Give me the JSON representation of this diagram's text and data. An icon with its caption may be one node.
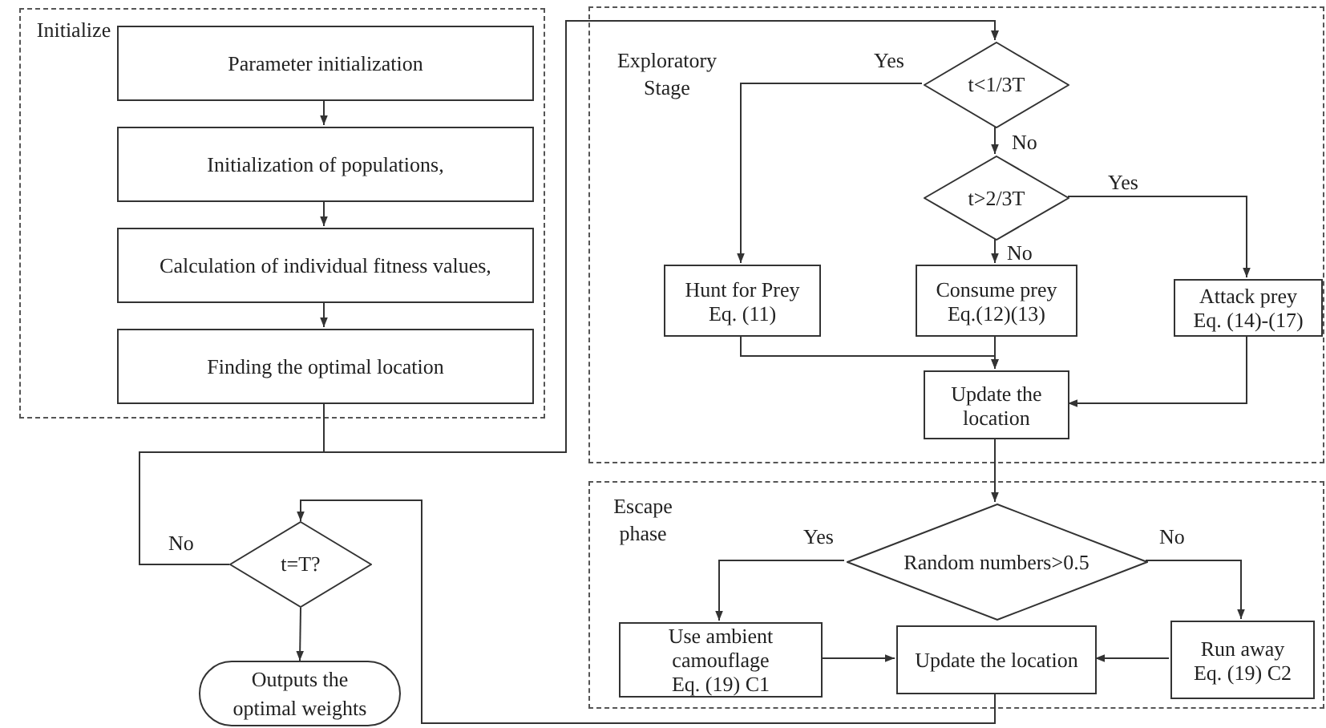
{
  "diagram": {
    "nodes": [
      {
        "text": [
          "Initialize"
        ]
      },
      {
        "text": [
          "Parameter initialization"
        ],
        "in": 0
      },
      {
        "text": [
          "Initialization of populations,"
        ],
        "in": 0
      },
      {
        "text": [
          "Calculation of individual fitness values,"
        ],
        "in": 0
      },
      {
        "text": [
          "Finding the optimal location"
        ],
        "in": 0
      },
      {
        "text": [
          "Exploratory Stage"
        ]
      },
      {
        "text": [
          "t<1/3T"
        ],
        "in": 5
      },
      {
        "text": [
          "t>2/3T"
        ],
        "in": 5
      },
      {
        "text": [
          "Hunt for Prey",
          "Eq. (11)"
        ],
        "in": 5
      },
      {
        "text": [
          "Consume prey",
          "Eq.(12)(13)"
        ],
        "in": 5
      },
      {
        "text": [
          "Attack prey",
          "Eq. (14)-(17)"
        ],
        "in": 5
      },
      {
        "text": [
          "Update the location"
        ],
        "in": 5
      },
      {
        "text": [
          "Escape phase"
        ]
      },
      {
        "text": [
          "Random numbers>0.5"
        ],
        "in": 12
      },
      {
        "text": [
          "Use ambient camouflage",
          "Eq. (19) C1"
        ],
        "in": 12
      },
      {
        "text": [
          "Update the location"
        ],
        "in": 12
      },
      {
        "text": [
          "Run away",
          "Eq. (19) C2"
        ],
        "in": 12
      },
      {
        "text": [
          "t=T?"
        ]
      },
      {
        "text": [
          "Outputs the optimal weights"
        ]
      }
    ],
    "edges": [
      {
        "from": 1,
        "to": 2,
        "arrow": "to"
      },
      {
        "from": 2,
        "to": 3,
        "arrow": "to"
      },
      {
        "from": 3,
        "to": 4,
        "arrow": "to"
      },
      {
        "from": 4,
        "to": 6,
        "arrow": "to"
      },
      {
        "from": 17,
        "to": 6,
        "arrow": "to",
        "label": "No"
      },
      {
        "from": 6,
        "to": 8,
        "arrow": "to",
        "label": "Yes"
      },
      {
        "from": 6,
        "to": 7,
        "arrow": "to",
        "label": "No"
      },
      {
        "from": 7,
        "to": 10,
        "arrow": "to",
        "label": "Yes"
      },
      {
        "from": 7,
        "to": 9,
        "arrow": "to",
        "label": "No"
      },
      {
        "from": 8,
        "to": 11,
        "arrow": "to"
      },
      {
        "from": 9,
        "to": 11,
        "arrow": "to"
      },
      {
        "from": 10,
        "to": 11,
        "arrow": "to"
      },
      {
        "from": 11,
        "to": 13,
        "arrow": "to"
      },
      {
        "from": 13,
        "to": 14,
        "arrow": "to",
        "label": "Yes"
      },
      {
        "from": 13,
        "to": 16,
        "arrow": "to",
        "label": "No"
      },
      {
        "from": 14,
        "to": 15,
        "arrow": "to"
      },
      {
        "from": 16,
        "to": 15,
        "arrow": "to"
      },
      {
        "from": 15,
        "to": 17,
        "arrow": "to"
      },
      {
        "from": 17,
        "to": 18,
        "arrow": "to"
      }
    ]
  }
}
